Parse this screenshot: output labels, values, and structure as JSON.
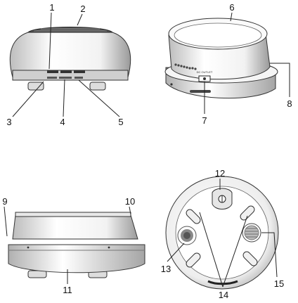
{
  "diagram": {
    "callouts": [
      {
        "id": "1",
        "label": "1"
      },
      {
        "id": "2",
        "label": "2"
      },
      {
        "id": "3",
        "label": "3"
      },
      {
        "id": "4",
        "label": "4"
      },
      {
        "id": "5",
        "label": "5"
      },
      {
        "id": "6",
        "label": "6"
      },
      {
        "id": "7",
        "label": "7"
      },
      {
        "id": "8",
        "label": "8"
      },
      {
        "id": "9",
        "label": "9"
      },
      {
        "id": "10",
        "label": "10"
      },
      {
        "id": "11",
        "label": "11"
      },
      {
        "id": "12",
        "label": "12"
      },
      {
        "id": "13",
        "label": "13"
      },
      {
        "id": "14",
        "label": "14"
      },
      {
        "id": "15",
        "label": "15"
      }
    ],
    "views": {
      "front": {
        "name": "front-view"
      },
      "rear_angled": {
        "name": "rear-angled-view",
        "outlet_label": "DC OUTLET"
      },
      "side": {
        "name": "side-view"
      },
      "bottom": {
        "name": "bottom-view"
      }
    }
  }
}
